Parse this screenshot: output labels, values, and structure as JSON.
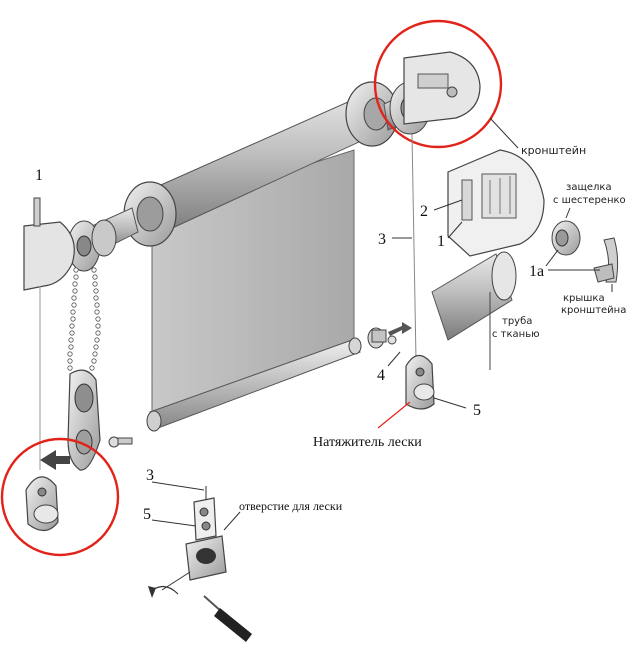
{
  "callouts": {
    "c1_left": "1",
    "c2": "2",
    "c1_right": "1",
    "c3_top": "3",
    "c1a": "1а",
    "c4": "4",
    "c5_right": "5",
    "c3_bottom": "3",
    "c5_bottom": "5"
  },
  "labels": {
    "bracket": "кронштейн",
    "latch_line1": "защелка",
    "latch_line2": "с шестеренкой",
    "cap_line1": "крышка",
    "cap_line2": "кронштейна",
    "tube_line1": "труба",
    "tube_line2": "с тканью",
    "tensioner": "Натяжитель лески",
    "line_hole": "отверстие для лески"
  },
  "colors": {
    "highlight_circle": "#e2231a",
    "arrow": "#444444",
    "fabric": "#b9b9b9",
    "metal": "#d9d9d9",
    "outline": "#3a3a3a"
  }
}
